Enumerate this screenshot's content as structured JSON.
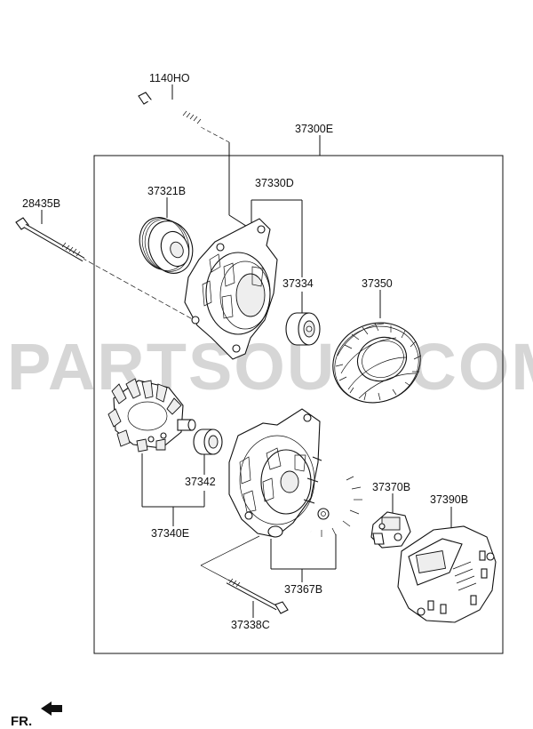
{
  "watermark": "PARTSOUQ.COM",
  "direction_marker": "FR.",
  "assembly_label": "37300E",
  "parts": {
    "bolt_top": "1140HO",
    "bolt_left": "28435B",
    "pulley": "37321B",
    "front_bracket": "37330D",
    "front_bearing": "37334",
    "stator": "37350",
    "rotor_bearing": "37342",
    "rotor": "37340E",
    "rectifier": "37370B",
    "regulator_group": "37367B",
    "rear_cover": "37390B",
    "through_bolt": "37338C"
  }
}
